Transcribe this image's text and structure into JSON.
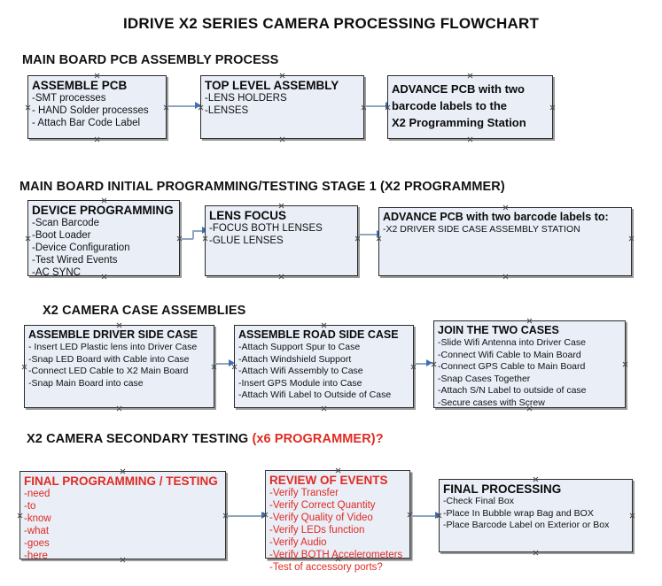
{
  "document": {
    "title": "IDRIVE X2  SERIES CAMERA PROCESSING FLOWCHART"
  },
  "sections": [
    {
      "id": "main-board-pcb-assembly",
      "title": "MAIN BOARD PCB ASSEMBLY PROCESS",
      "title_highlight": "",
      "nodes": [
        {
          "id": "assemble-pcb",
          "header": "ASSEMBLE PCB",
          "items": [
            "-SMT processes",
            "- HAND Solder processes",
            "- Attach Bar Code Label"
          ]
        },
        {
          "id": "top-level-assembly",
          "header": "TOP LEVEL ASSEMBLY",
          "items": [
            "-LENS HOLDERS",
            "-LENSES"
          ]
        },
        {
          "id": "advance-pcb-to-x2-programming-station",
          "header": "",
          "bold_lines": [
            "ADVANCE PCB with two",
            "barcode labels to the",
            " X2 Programming Station"
          ],
          "items": []
        }
      ]
    },
    {
      "id": "main-board-initial-programming",
      "title": "MAIN BOARD INITIAL PROGRAMMING/TESTING STAGE 1 (X2 PROGRAMMER)",
      "title_highlight": "",
      "nodes": [
        {
          "id": "device-programming",
          "header": "DEVICE PROGRAMMING",
          "items": [
            "-Scan Barcode",
            "-Boot Loader",
            "-Device Configuration",
            "-Test Wired Events",
            "-AC SYNC"
          ]
        },
        {
          "id": "lens-focus",
          "header": "LENS FOCUS",
          "items": [
            "-FOCUS BOTH LENSES",
            "-GLUE LENSES"
          ]
        },
        {
          "id": "advance-pcb-to-driver-side-case-station",
          "header": "ADVANCE PCB with two barcode labels to:",
          "items": [
            "-X2 DRIVER  SIDE  CASE  ASSEMBLY STATION"
          ]
        }
      ]
    },
    {
      "id": "x2-camera-case-assemblies",
      "title": "X2 CAMERA CASE ASSEMBLIES",
      "title_highlight": "",
      "nodes": [
        {
          "id": "assemble-driver-side-case",
          "header": "ASSEMBLE DRIVER SIDE CASE",
          "items": [
            "- Insert LED Plastic lens into Driver Case",
            "-Snap LED Board with Cable into Case",
            "-Connect LED Cable to X2 Main Board",
            "-Snap Main Board into case"
          ]
        },
        {
          "id": "assemble-road-side-case",
          "header": "ASSEMBLE ROAD SIDE CASE",
          "items": [
            "-Attach Support Spur to Case",
            "-Attach Windshield Support",
            "-Attach Wifi Assembly to Case",
            "-Insert GPS Module into Case",
            "-Attach Wifi Label to Outside of Case"
          ]
        },
        {
          "id": "join-the-two-cases",
          "header": "JOIN THE TWO CASES",
          "items": [
            "-Slide Wifi Antenna into Driver Case",
            "-Connect Wifi Cable to Main Board",
            "-Connect GPS Cable to Main Board",
            "-Snap Cases Together",
            "-Attach S/N Label to outside of case",
            "-Secure cases with Screw"
          ]
        }
      ]
    },
    {
      "id": "x2-camera-secondary-testing",
      "title": "X2 CAMERA SECONDARY TESTING ",
      "title_highlight": "(x6 PROGRAMMER)?",
      "nodes": [
        {
          "id": "final-programming-testing",
          "header": "FINAL PROGRAMMING / TESTING",
          "items": [
            "-need",
            "-to",
            "-know",
            "-what",
            "-goes",
            "-here"
          ]
        },
        {
          "id": "review-of-events",
          "header": "REVIEW OF EVENTS",
          "items": [
            "-Verify Transfer",
            "-Verify Correct Quantity",
            "-Verify Quality of Video",
            "-Verify LEDs function",
            "-Verify Audio",
            "-Verify BOTH Accelerometers",
            "-Test of accessory ports?"
          ]
        },
        {
          "id": "final-processing",
          "header": "FINAL PROCESSING",
          "items": [
            " -Check Final Box",
            "-Place In Bubble wrap Bag and BOX",
            "-Place Barcode Label on Exterior or Box"
          ]
        }
      ]
    }
  ],
  "colors": {
    "node_fill": "#e9eef7",
    "node_border": "#2b2b2b",
    "connector_line": "#8fa6bf",
    "arrow_head": "#3f6fb5",
    "red_text": "#e02b22",
    "body_text": "#111111"
  },
  "connectors": [
    {
      "id": "assemble-pcb-to-top-level-assembly",
      "style": "straight"
    },
    {
      "id": "top-level-assembly-to-advance-pcb",
      "style": "straight"
    },
    {
      "id": "device-programming-to-lens-focus",
      "style": "elbow"
    },
    {
      "id": "lens-focus-to-advance-pcb-station",
      "style": "straight"
    },
    {
      "id": "driver-side-to-road-side",
      "style": "straight"
    },
    {
      "id": "road-side-to-join-cases",
      "style": "straight"
    },
    {
      "id": "final-programming-to-review-of-events",
      "style": "straight"
    },
    {
      "id": "review-of-events-to-final-processing",
      "style": "straight"
    }
  ]
}
